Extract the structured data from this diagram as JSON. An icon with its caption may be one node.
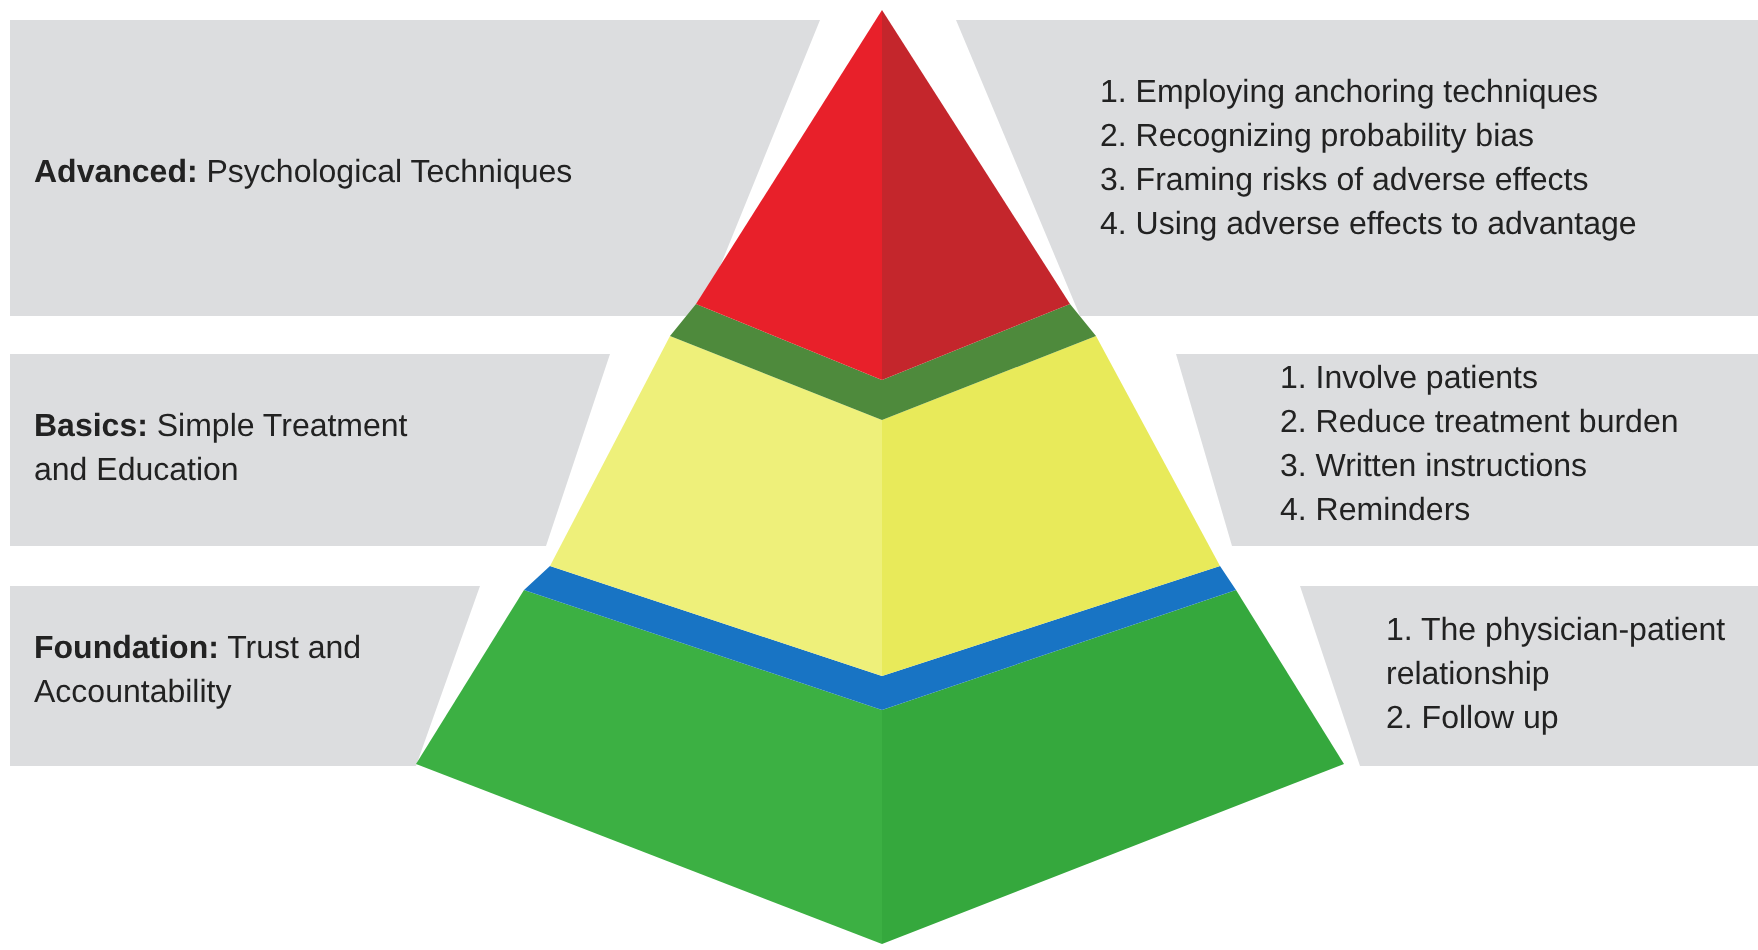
{
  "diagram": {
    "nodes": [
      {
        "text": [
          "**Advanced:** Psychological Techniques"
        ]
      },
      {
        "text": [
          "1. Employing anchoring techniques",
          "2. Recognizing probability bias",
          "3. Framing risks of adverse effects",
          "4. Using adverse effects to advantage"
        ]
      },
      {
        "text": [
          "**Basics:** Simple Treatment and Education"
        ]
      },
      {
        "text": [
          "1. Involve patients",
          "2. Reduce treatment burden",
          "3. Written instructions",
          "4. Reminders"
        ]
      },
      {
        "text": [
          "**Foundation:** Trust and Accountability"
        ]
      },
      {
        "text": [
          "1. The physician-patient relationship",
          "2. Follow up"
        ]
      }
    ]
  }
}
